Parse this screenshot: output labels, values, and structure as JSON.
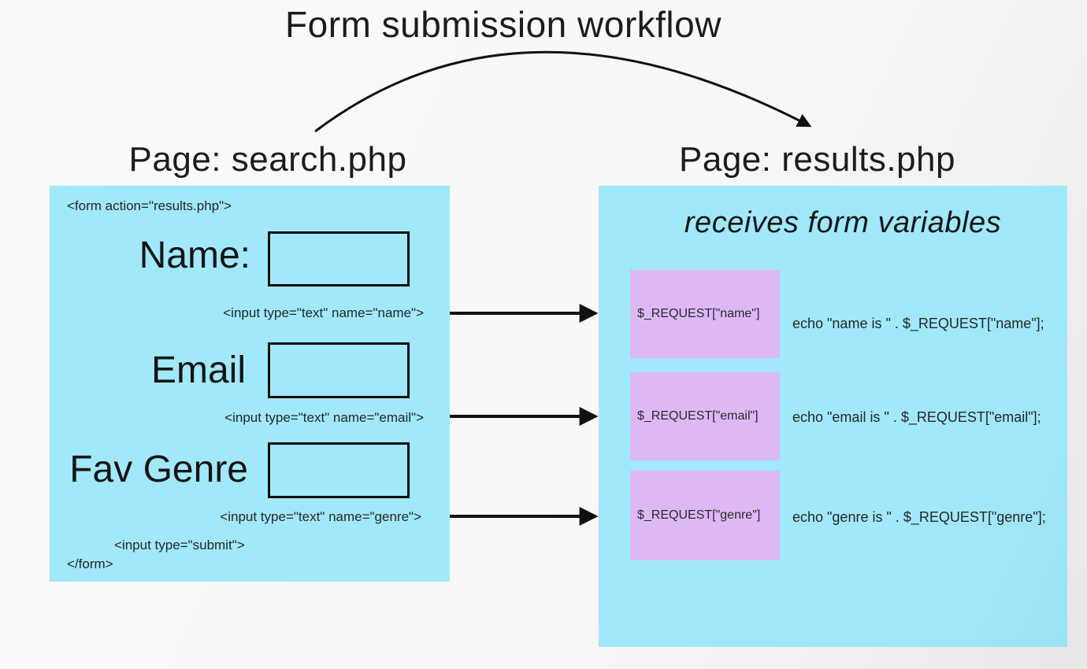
{
  "title": "Form submission workflow",
  "left_panel": {
    "heading": "Page: search.php",
    "form_open": "<form action=\"results.php\">",
    "fields": [
      {
        "label": "Name:",
        "tag": "<input type=\"text\" name=\"name\">"
      },
      {
        "label": "Email",
        "tag": "<input type=\"text\" name=\"email\">"
      },
      {
        "label": "Fav Genre",
        "tag": "<input type=\"text\" name=\"genre\">"
      }
    ],
    "submit_tag": "<input type=\"submit\">",
    "form_close": "</form>"
  },
  "right_panel": {
    "heading": "Page: results.php",
    "subtitle": "receives form variables",
    "rows": [
      {
        "request": "$_REQUEST[\"name\"]",
        "echo": "echo \"name is \" . $_REQUEST[\"name\"];"
      },
      {
        "request": "$_REQUEST[\"email\"]",
        "echo": "echo \"email is \" . $_REQUEST[\"email\"];"
      },
      {
        "request": "$_REQUEST[\"genre\"]",
        "echo": "echo \"genre is \" . $_REQUEST[\"genre\"];"
      }
    ]
  },
  "colors": {
    "panel_cyan": "#a1e8fa",
    "request_purple": "#ddb8f5",
    "ink_black": "#111111",
    "background_gray": "#f8f8f8"
  }
}
